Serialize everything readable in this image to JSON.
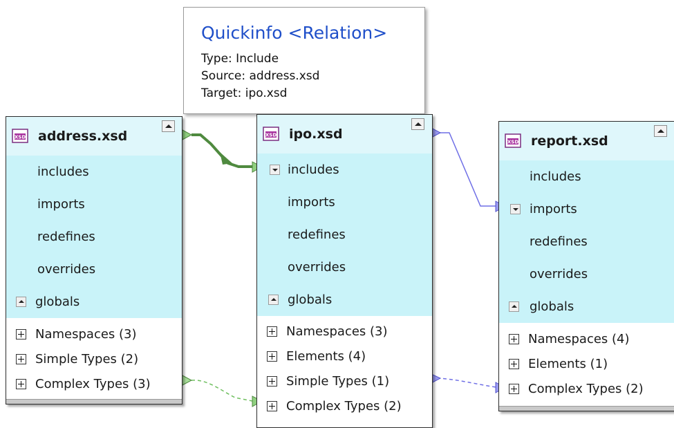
{
  "tooltip": {
    "title": "Quickinfo <Relation>",
    "lines": [
      "Type: Include",
      "Source: address.xsd",
      "Target: ipo.xsd"
    ]
  },
  "boxes": [
    {
      "title": "address.xsd",
      "rows": [
        "includes",
        "imports",
        "redefines",
        "overrides"
      ],
      "globals_label": "globals",
      "globals": [
        "Namespaces (3)",
        "Simple Types (2)",
        "Complex Types (3)"
      ]
    },
    {
      "title": "ipo.xsd",
      "rows": [
        "includes",
        "imports",
        "redefines",
        "overrides"
      ],
      "globals_label": "globals",
      "globals": [
        "Namespaces (3)",
        "Elements (4)",
        "Simple Types (1)",
        "Complex Types (2)"
      ]
    },
    {
      "title": "report.xsd",
      "rows": [
        "includes",
        "imports",
        "redefines",
        "overrides"
      ],
      "globals_label": "globals",
      "globals": [
        "Namespaces (4)",
        "Elements (1)",
        "Complex Types (2)"
      ]
    }
  ],
  "icons": {
    "schema": "xsd-schema-icon",
    "collapse": "collapse-up-icon",
    "expand_row": "expand-down-icon",
    "tree_expand": "plus-box-icon",
    "connector": "triangle-connector-icon"
  },
  "colors": {
    "include_relation": "#4f8a3f",
    "import_relation": "#6f6fe6",
    "header_bg": "#dff7fb",
    "row_bg": "#c9f3f9",
    "tooltip_title": "#1f4fc9"
  }
}
